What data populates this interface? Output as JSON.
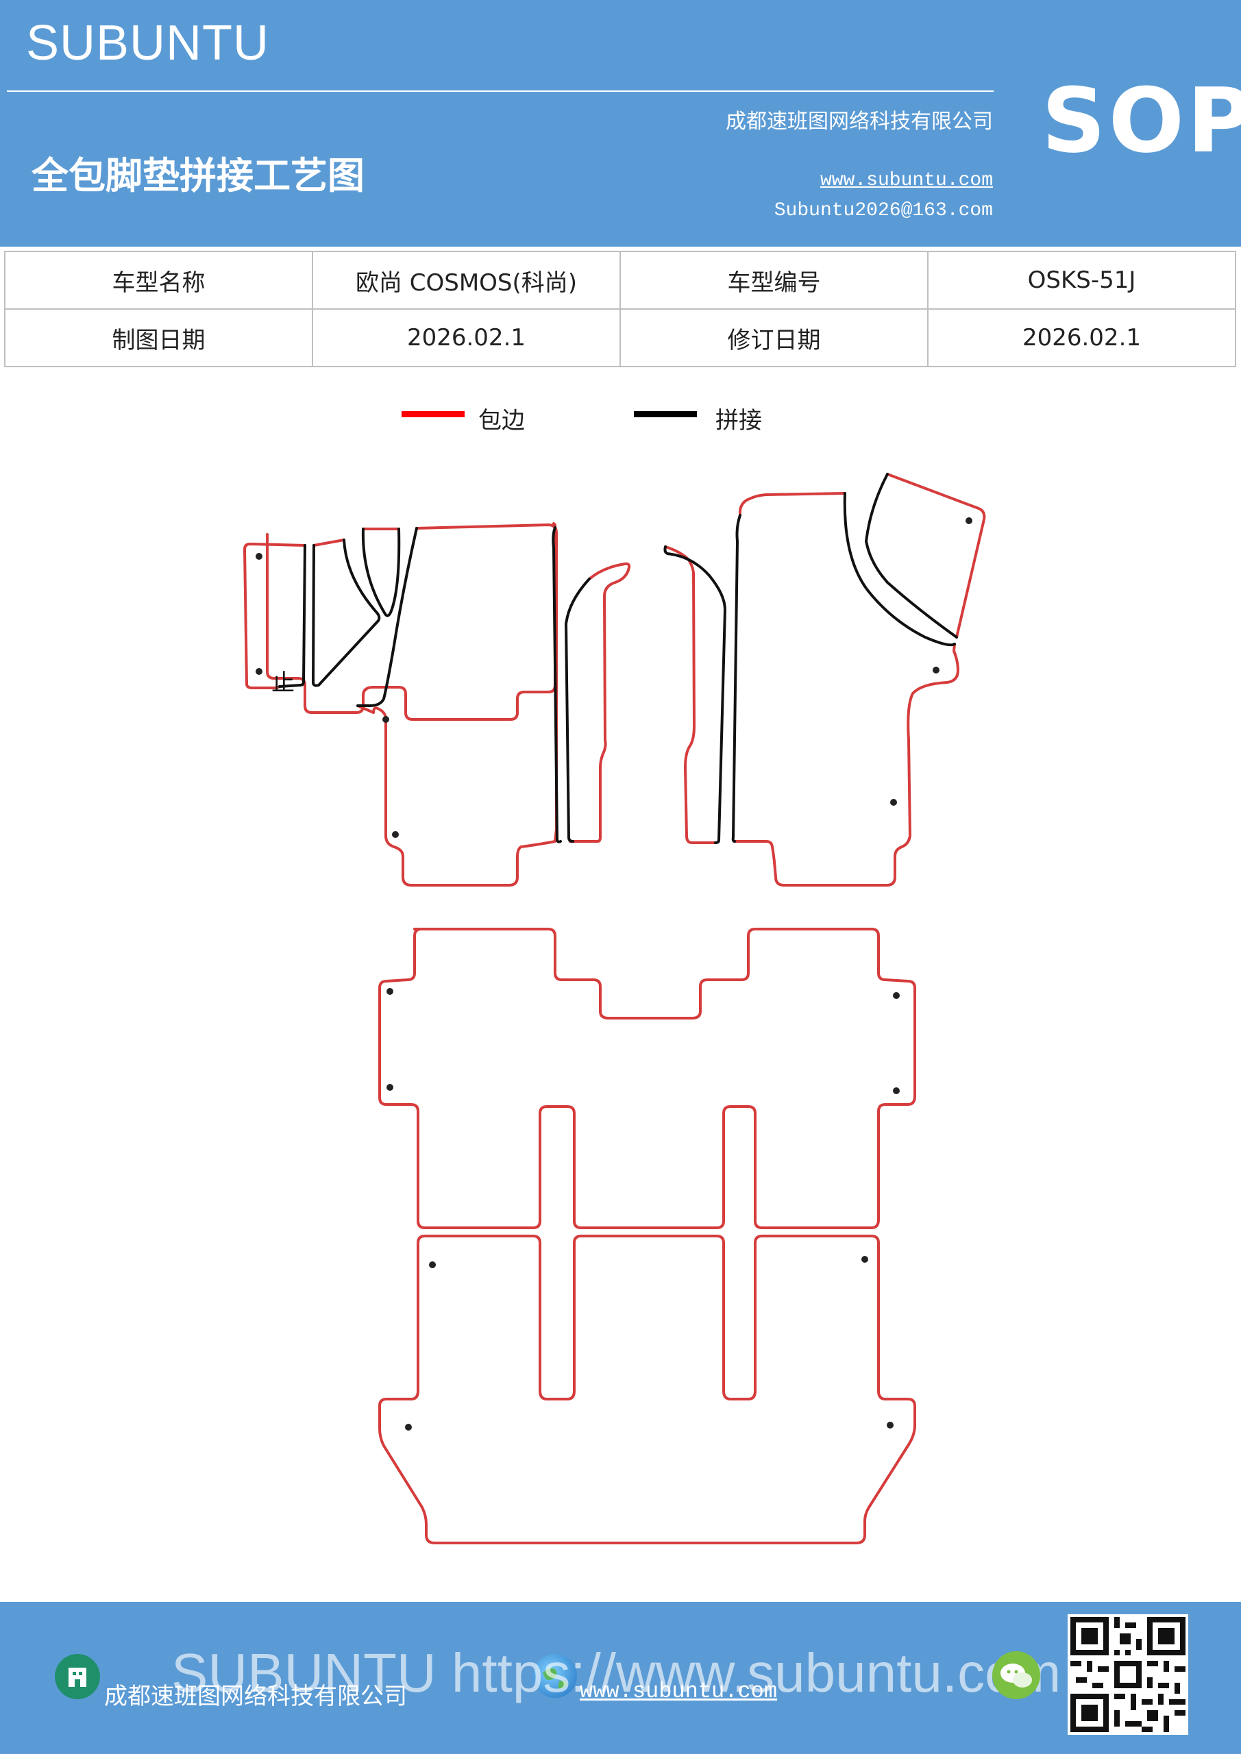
{
  "header": {
    "brand": "SUBUNTU",
    "company": "成都速班图网络科技有限公司",
    "title": "全包脚垫拼接工艺图",
    "website": "www.subuntu.com",
    "email": "Subuntu2026@163.com",
    "badge": "SOP"
  },
  "info": {
    "model_name_label": "车型名称",
    "model_name_value": "欧尚 COSMOS(科尚)",
    "model_code_label": "车型编号",
    "model_code_value": "OSKS-51J",
    "draw_date_label": "制图日期",
    "draw_date_value": "2026.02.1",
    "revise_date_label": "修订日期",
    "revise_date_value": "2026.02.1"
  },
  "legend": {
    "edge_label": "包边",
    "edge_color": "#ff0000",
    "joint_label": "拼接",
    "joint_color": "#000000"
  },
  "diagram": {
    "mark_text": "止"
  },
  "footer": {
    "company": "成都速班图网络科技有限公司",
    "website": "www.subuntu.com",
    "watermark": "SUBUNTU https://www.subuntu.com"
  },
  "colors": {
    "header_bg": "#5b9bd5",
    "outline_red": "#d63c3c",
    "outline_black": "#111111"
  }
}
